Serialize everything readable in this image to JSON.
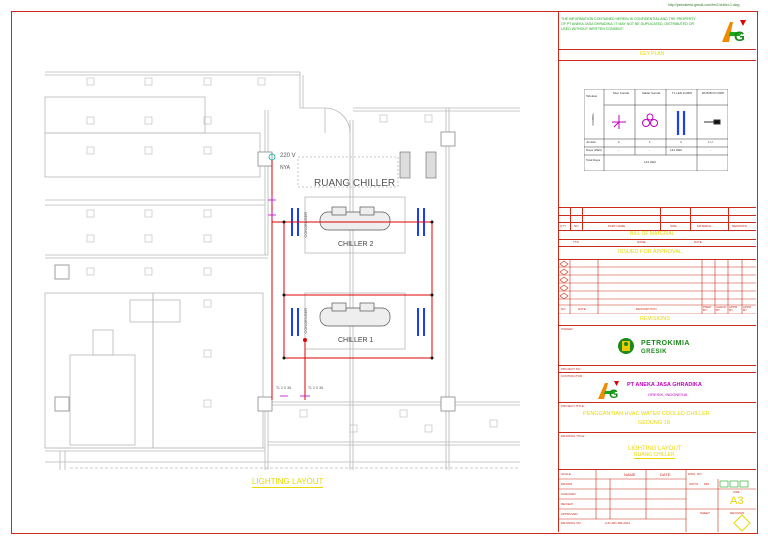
{
  "header": {
    "code": "http://petrokimia-gresik.com/fm/1/chiller-1.dwg"
  },
  "drawing": {
    "room_label": "RUANG CHILLER",
    "voltage": "220 V",
    "cable": "NYA",
    "chiller_1": "CHILLER 1",
    "chiller_2": "CHILLER 2",
    "condenser_1": "CONDENSER",
    "condenser_2": "CONDENSER",
    "lamp_note_1": "TL 2 X 36",
    "lamp_note_2": "TL 2 X 36",
    "layout_title": "LIGHTING LAYOUT"
  },
  "title_block": {
    "notice": "THE INFORMATION CONTAINED HEREIN IS CONFIDENTIAL AND THE PROPERTY OF PT ANEKA JASA GHRADIKA. IT MAY NOT BE DUPLICATED, DISTRIBUTED OR USED WITHOUT WRITTEN CONSENT.",
    "key_plan": "KEY PLAN",
    "legend": {
      "row_header": "Tabulasi",
      "symbol_label": "SYMBOL",
      "columns": [
        "Stop Kontak",
        "Saklar Ganda",
        "TL LED 2x36W",
        "MCB BOX/ MDP"
      ],
      "rows": [
        {
          "label": "Jumlah",
          "values": [
            "2",
            "1",
            "4",
            "1 U"
          ]
        },
        {
          "label": "Daya (Watt)",
          "values": [
            "-",
            "-",
            "144 Watt",
            "-"
          ]
        },
        {
          "label": "Total Daya",
          "values": [
            "144 Watt"
          ]
        }
      ]
    },
    "bom_headers": [
      "QTY",
      "NO",
      "PART NAME",
      "SIZE",
      "MATERIAL",
      "REMARKS"
    ],
    "bill_of_material": "BILL OF MATERIAL",
    "approval_headers": [
      "TTD",
      "NAME",
      "DATE"
    ],
    "issued_for_approval": "ISSUED FOR APPROVAL",
    "rev_headers": [
      "NO",
      "DATE",
      "DESCRIPTION",
      "PREP BY",
      "CHECK BY",
      "APPR BY",
      "APPR BY"
    ],
    "revisions": "REVISIONS",
    "owner_label": "OWNER :",
    "owner_name_1": "PETROKIMIA",
    "owner_name_2": "GRESIK",
    "project_no_label": "PROJECT NO :",
    "contractor_label": "CONTRACTOR :",
    "contractor_name": "PT ANEKA JASA GHRADIKA",
    "contractor_city": "GRESIK, INDONESIA",
    "project_title_label": "PROJECT TITLE :",
    "project_title_1": "PENGGANTIAN HVAC WATER COOLED CHILLER",
    "project_title_2": "GEDUNG 1B",
    "drawing_title_label": "DRAWING TITLE :",
    "drawing_title_1": "LIGHTING LAYOUT",
    "drawing_title_2": "RUANG CHILLER",
    "scale_label": "SCALE",
    "name_label": "NAME",
    "date_label": "DATE",
    "dwg_no_label": "DWG. NO.",
    "drawn_label": "DRAWN",
    "checked_label": "CHECKED",
    "review_label": "REVIEW",
    "approved_label": "APPROVED",
    "drawing_no_label": "DRAWING NO.",
    "units_label": "UNITS",
    "units_value": "MM",
    "paper_label": "SIZE",
    "paper_value": "A3",
    "sheet_label": "SHEET",
    "revision_label": "REVISION",
    "drawing_no_value": "AJG-001-ME-2024",
    "logo_text": "AJG"
  },
  "colors": {
    "border": "#cc2a1a",
    "wiring": "#e00000",
    "condenser": "#1a3cff",
    "switch": "#c000c0",
    "highlight": "#e8d800",
    "architecture": "#b8b8b8"
  }
}
